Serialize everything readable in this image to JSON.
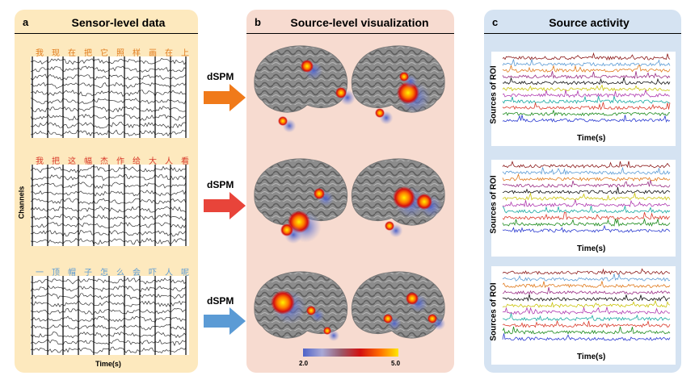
{
  "panel_a": {
    "label": "a",
    "title": "Sensor-level data",
    "sentences": [
      {
        "words": [
          "我",
          "现",
          "在",
          "把",
          "它",
          "照",
          "样",
          "画",
          "在",
          "上"
        ],
        "color": "#e07a1c"
      },
      {
        "words": [
          "我",
          "把",
          "这",
          "幅",
          "杰",
          "作",
          "给",
          "大",
          "人",
          "看"
        ],
        "color": "#d93a2b"
      },
      {
        "words": [
          "一",
          "顶",
          "帽",
          "子",
          "怎",
          "么",
          "会",
          "吓",
          "人",
          "呢"
        ],
        "color": "#5b9bd5"
      }
    ],
    "ylabel": "Channels",
    "xlabel": "Time(s)"
  },
  "arrows": {
    "label": "dSPM",
    "colors": [
      "#f07a1a",
      "#e8443a",
      "#5b9bd5"
    ]
  },
  "panel_b": {
    "label": "b",
    "title": "Source-level visualization",
    "colorbar": {
      "min": "2.0",
      "max": "5.0",
      "colors": [
        "#4f63c8",
        "#a9a9d6",
        "#9a5a6a",
        "#d41010",
        "#ff6a00",
        "#ffe800"
      ]
    }
  },
  "panel_c": {
    "label": "c",
    "title": "Source activity",
    "ylabel": "Sources of ROI",
    "xlabel": "Time(s)",
    "trace_colors": [
      "#8b1a1a",
      "#5b9bd5",
      "#e07a1c",
      "#9b2f86",
      "#111111",
      "#c9c40a",
      "#b03ab0",
      "#17a9a0",
      "#d93a2b",
      "#1a8a1a",
      "#2a3ad0"
    ]
  }
}
